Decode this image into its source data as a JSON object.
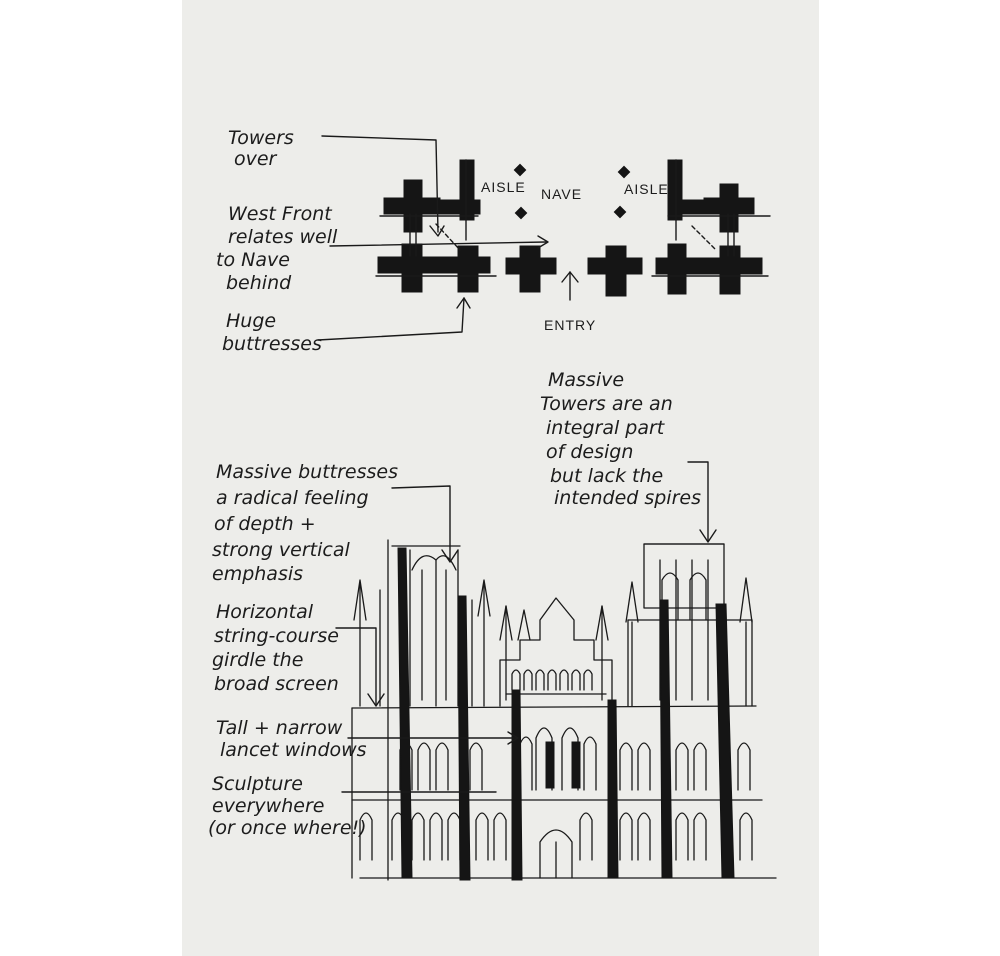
{
  "plan": {
    "labels": {
      "aisle_left": "AISLE",
      "nave": "NAVE",
      "aisle_right": "AISLE",
      "entry": "ENTRY"
    },
    "notes": [
      [
        "Towers",
        "over"
      ],
      [
        "West Front",
        "relates well",
        "to Nave",
        "behind"
      ],
      [
        "Huge",
        "buttresses"
      ]
    ]
  },
  "elevation": {
    "notes_left": [
      [
        "Massive buttresses",
        "a radical feeling",
        "of depth +",
        "strong vertical",
        "emphasis"
      ],
      [
        "Horizontal",
        "string-course",
        "girdle the",
        "broad screen"
      ],
      [
        "Tall + narrow",
        "lancet windows"
      ],
      [
        "Sculpture",
        "everywhere",
        "(or once where!)"
      ]
    ],
    "note_right": [
      "Massive",
      "Towers are an",
      "integral part",
      "of design",
      "but lack the",
      "intended spires"
    ]
  },
  "colors": {
    "paper": "#ededea",
    "ink": "#1a1a1a",
    "background": "#ffffff"
  }
}
